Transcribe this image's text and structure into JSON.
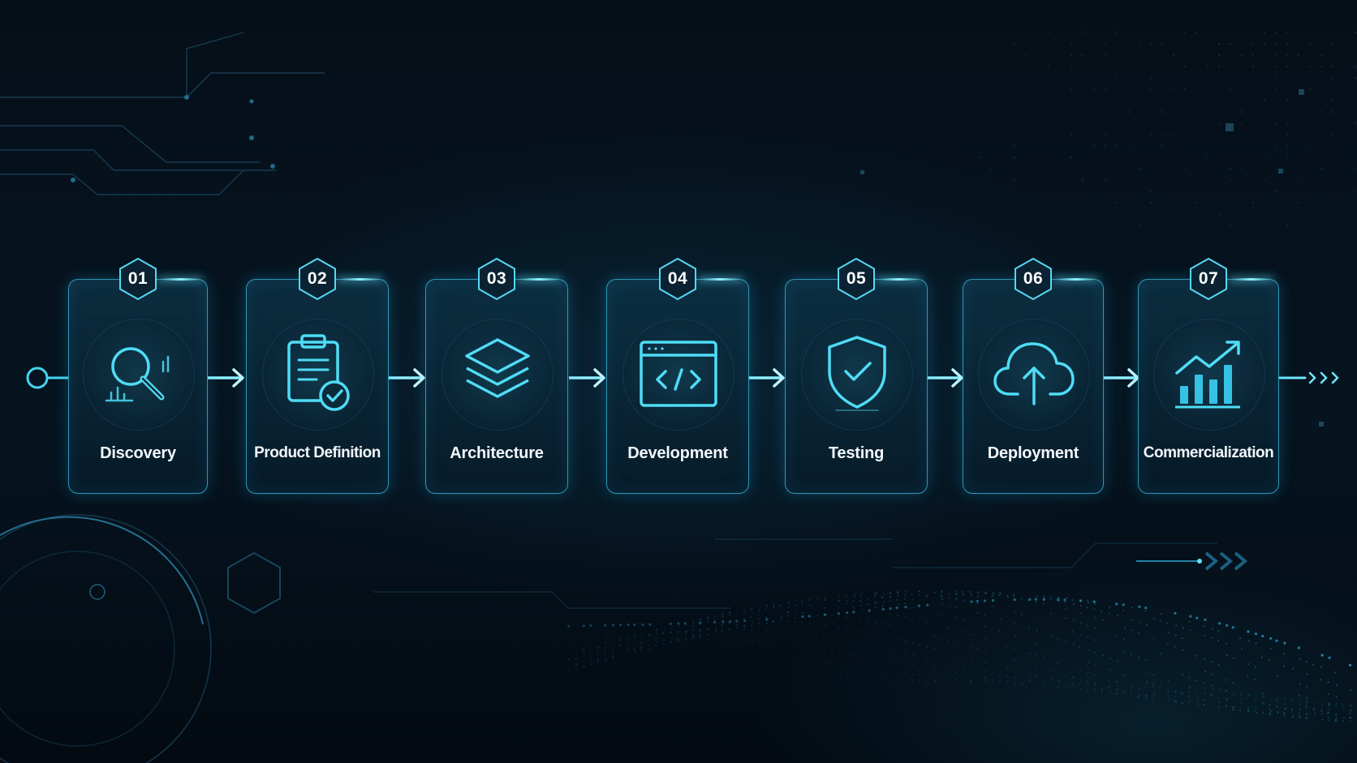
{
  "theme": {
    "background": "#040d15",
    "accent": "#3cd6f2",
    "card_border": "#3cbee1",
    "label_color": "#f2f7fa"
  },
  "steps": [
    {
      "number": "01",
      "label": "Discovery",
      "icon": "magnifier-chart-icon"
    },
    {
      "number": "02",
      "label": "Product Definition",
      "icon": "clipboard-check-icon"
    },
    {
      "number": "03",
      "label": "Architecture",
      "icon": "layers-icon"
    },
    {
      "number": "04",
      "label": "Development",
      "icon": "code-window-icon"
    },
    {
      "number": "05",
      "label": "Testing",
      "icon": "shield-check-icon"
    },
    {
      "number": "06",
      "label": "Deployment",
      "icon": "cloud-upload-icon"
    },
    {
      "number": "07",
      "label": "Commercialization",
      "icon": "growth-chart-icon"
    }
  ]
}
